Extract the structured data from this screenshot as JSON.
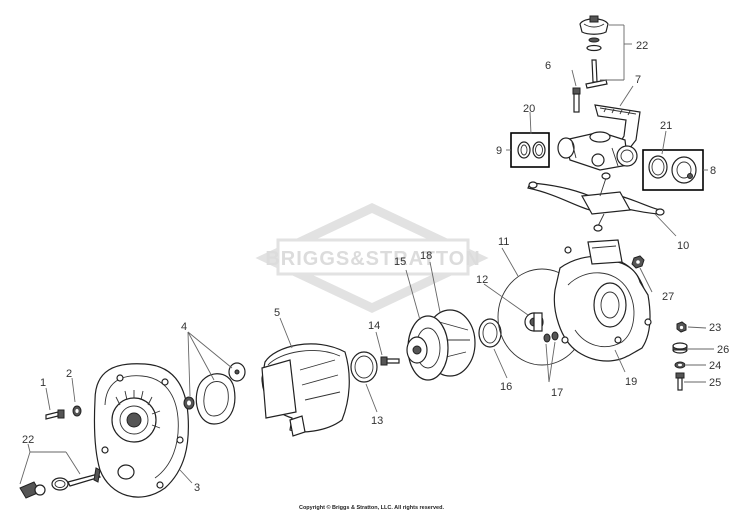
{
  "watermark": {
    "brand": "BRIGGS&STRATTON"
  },
  "copyright": "Copyright © Briggs & Stratton, LLC. All rights reserved.",
  "callouts": [
    {
      "id": "c1",
      "label": "1"
    },
    {
      "id": "c2",
      "label": "2"
    },
    {
      "id": "c3",
      "label": "3"
    },
    {
      "id": "c4",
      "label": "4"
    },
    {
      "id": "c5",
      "label": "5"
    },
    {
      "id": "c6",
      "label": "6"
    },
    {
      "id": "c7",
      "label": "7"
    },
    {
      "id": "c8",
      "label": "8"
    },
    {
      "id": "c9",
      "label": "9"
    },
    {
      "id": "c10",
      "label": "10"
    },
    {
      "id": "c11",
      "label": "11"
    },
    {
      "id": "c12",
      "label": "12"
    },
    {
      "id": "c13",
      "label": "13"
    },
    {
      "id": "c14",
      "label": "14"
    },
    {
      "id": "c15",
      "label": "15"
    },
    {
      "id": "c16",
      "label": "16"
    },
    {
      "id": "c17",
      "label": "17"
    },
    {
      "id": "c18",
      "label": "18"
    },
    {
      "id": "c19",
      "label": "19"
    },
    {
      "id": "c20",
      "label": "20"
    },
    {
      "id": "c21",
      "label": "21"
    },
    {
      "id": "c22a",
      "label": "22"
    },
    {
      "id": "c22b",
      "label": "22"
    },
    {
      "id": "c23",
      "label": "23"
    },
    {
      "id": "c24",
      "label": "24"
    },
    {
      "id": "c25",
      "label": "25"
    },
    {
      "id": "c26",
      "label": "26"
    },
    {
      "id": "c27",
      "label": "27"
    }
  ]
}
